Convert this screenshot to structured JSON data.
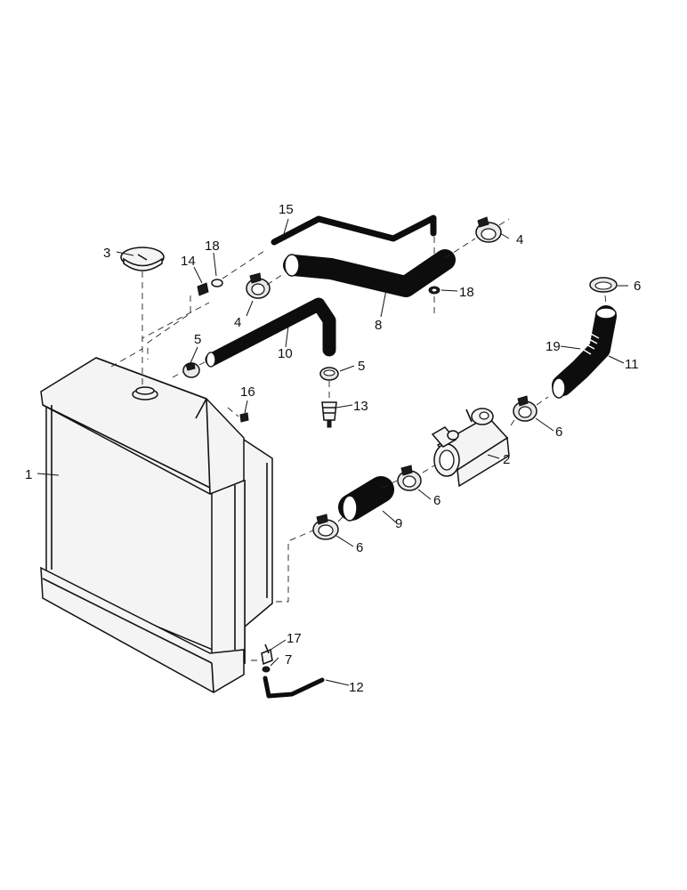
{
  "diagram": {
    "callouts": [
      {
        "id": "1",
        "label": "1"
      },
      {
        "id": "2",
        "label": "2"
      },
      {
        "id": "3",
        "label": "3"
      },
      {
        "id": "4a",
        "label": "4"
      },
      {
        "id": "4b",
        "label": "4"
      },
      {
        "id": "5a",
        "label": "5"
      },
      {
        "id": "5b",
        "label": "5"
      },
      {
        "id": "6a",
        "label": "6"
      },
      {
        "id": "6b",
        "label": "6"
      },
      {
        "id": "6c",
        "label": "6"
      },
      {
        "id": "6d",
        "label": "6"
      },
      {
        "id": "7",
        "label": "7"
      },
      {
        "id": "8",
        "label": "8"
      },
      {
        "id": "9",
        "label": "9"
      },
      {
        "id": "10",
        "label": "10"
      },
      {
        "id": "11",
        "label": "11"
      },
      {
        "id": "12",
        "label": "12"
      },
      {
        "id": "13",
        "label": "13"
      },
      {
        "id": "14",
        "label": "14"
      },
      {
        "id": "15",
        "label": "15"
      },
      {
        "id": "16",
        "label": "16"
      },
      {
        "id": "17",
        "label": "17"
      },
      {
        "id": "18a",
        "label": "18"
      },
      {
        "id": "18b",
        "label": "18"
      },
      {
        "id": "19",
        "label": "19"
      }
    ]
  }
}
